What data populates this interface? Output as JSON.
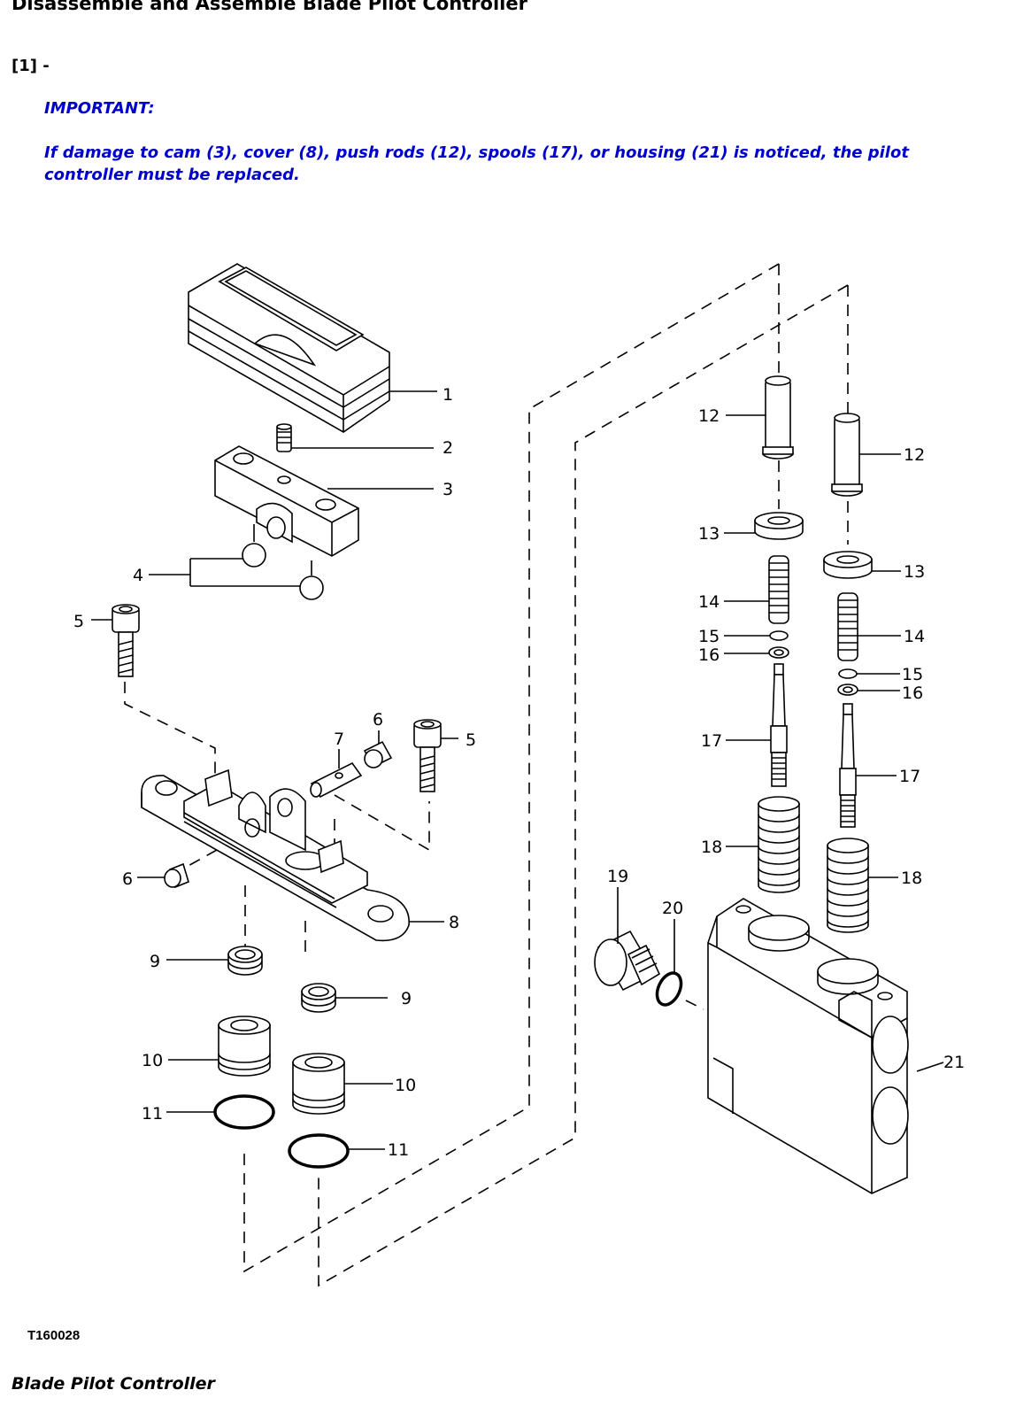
{
  "document": {
    "title": "Disassemble and Assemble Blade Pilot Controller",
    "step_label": "[1] -",
    "important_label": "IMPORTANT:",
    "important_text": "If damage to cam (3), cover (8), push rods (12), spools (17), or housing (21) is noticed, the pilot controller must be replaced.",
    "figure_id": "T160028",
    "caption": "Blade Pilot Controller"
  },
  "callouts": {
    "c1": "1",
    "c2": "2",
    "c3": "3",
    "c4": "4",
    "c5a": "5",
    "c5b": "5",
    "c6a": "6",
    "c6b": "6",
    "c7": "7",
    "c8": "8",
    "c9a": "9",
    "c9b": "9",
    "c10a": "10",
    "c10b": "10",
    "c11a": "11",
    "c11b": "11",
    "c12a": "12",
    "c12b": "12",
    "c13a": "13",
    "c13b": "13",
    "c14a": "14",
    "c14b": "14",
    "c15a": "15",
    "c15b": "15",
    "c16a": "16",
    "c16b": "16",
    "c17a": "17",
    "c17b": "17",
    "c18a": "18",
    "c18b": "18",
    "c19": "19",
    "c20": "20",
    "c21": "21"
  }
}
